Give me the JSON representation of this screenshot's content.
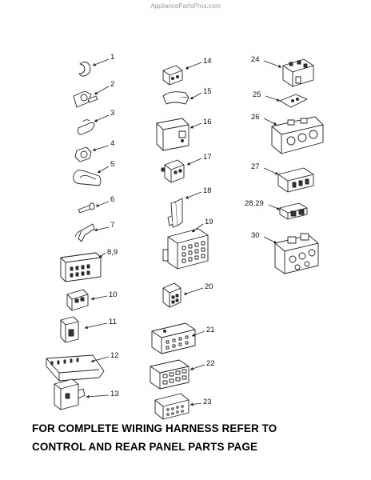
{
  "watermark": "AppliancePartsPros.com",
  "callouts": {
    "p1": "1",
    "p2": "2",
    "p3": "3",
    "p4": "4",
    "p5": "5",
    "p6": "6",
    "p7": "7",
    "p8_9": "8,9",
    "p10": "10",
    "p11": "11",
    "p12": "12",
    "p13": "13",
    "p14": "14",
    "p15": "15",
    "p16": "16",
    "p17": "17",
    "p18": "18",
    "p19": "19",
    "p20": "20",
    "p21": "21",
    "p22": "22",
    "p23": "23",
    "p24": "24",
    "p25": "25",
    "p26": "26",
    "p27": "27",
    "p28_29": "28,29",
    "p30": "30"
  },
  "footer": {
    "line1": "FOR COMPLETE WIRING HARNESS REFER TO",
    "line2": "CONTROL AND REAR PANEL PARTS PAGE"
  }
}
